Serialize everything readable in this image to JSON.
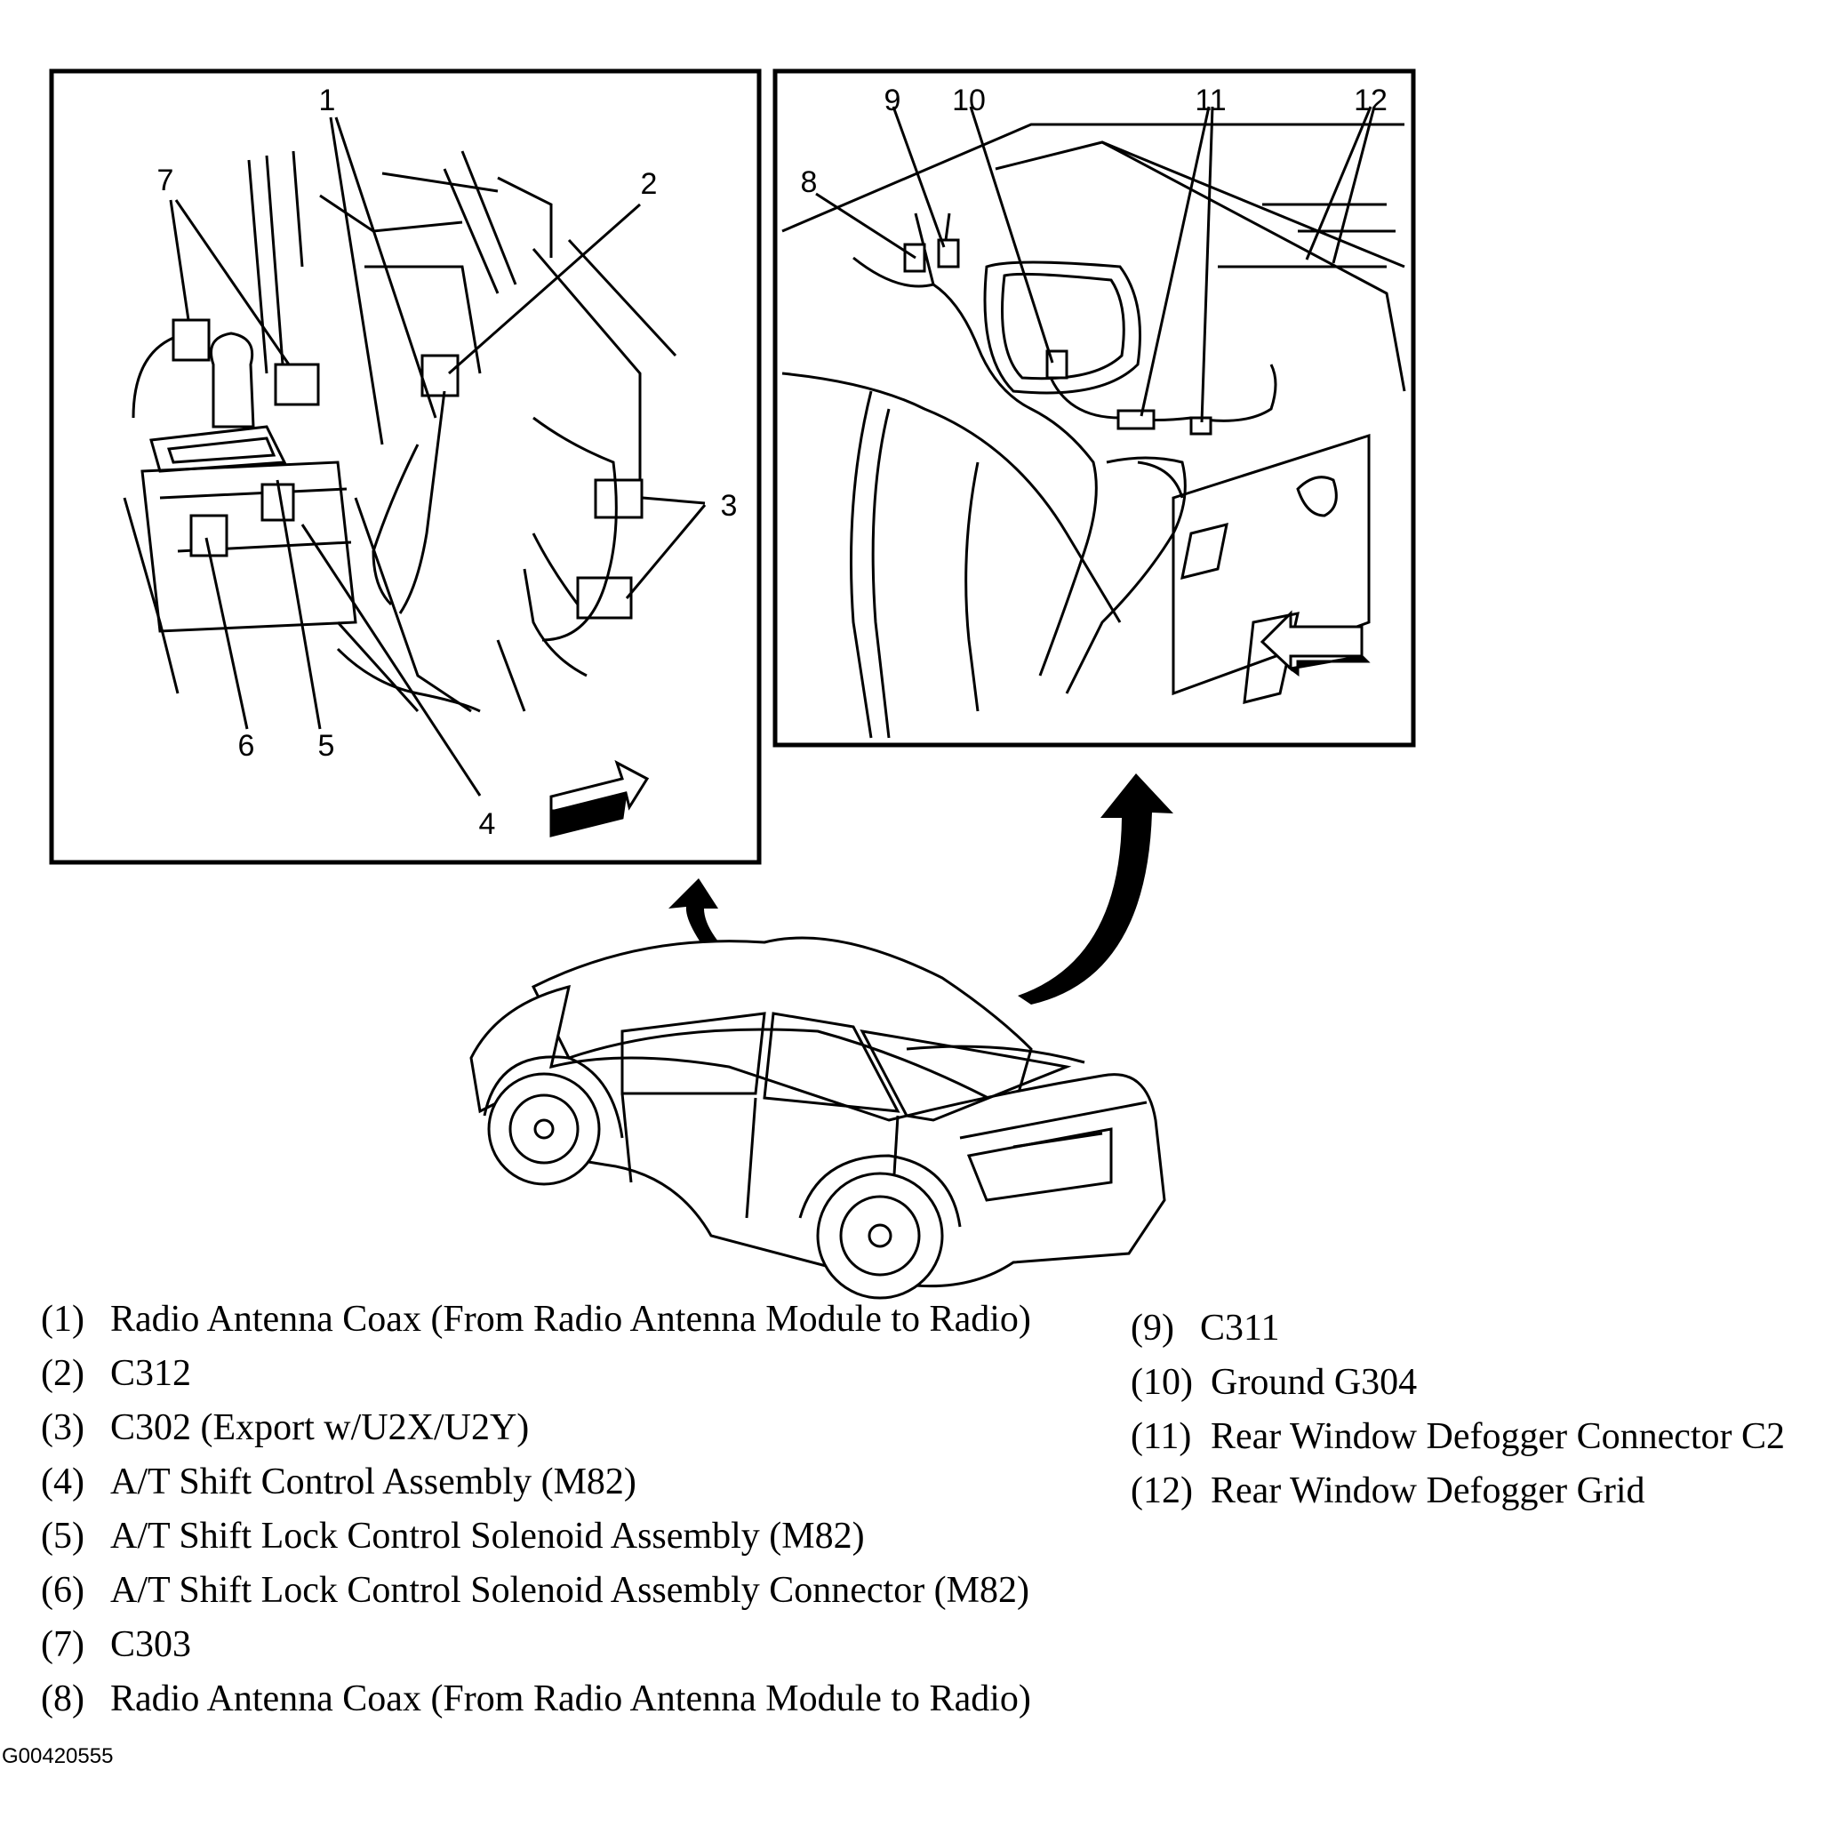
{
  "callouts": {
    "c1": "1",
    "c2": "2",
    "c3": "3",
    "c4": "4",
    "c5": "5",
    "c6": "6",
    "c7": "7",
    "c8": "8",
    "c9": "9",
    "c10": "10",
    "c11": "11",
    "c12": "12"
  },
  "legend": [
    {
      "num": "(1)",
      "text": "Radio Antenna Coax (From Radio Antenna Module to Radio)"
    },
    {
      "num": "(2)",
      "text": "C312"
    },
    {
      "num": "(3)",
      "text": "C302 (Export w/U2X/U2Y)"
    },
    {
      "num": "(4)",
      "text": "A/T Shift Control Assembly (M82)"
    },
    {
      "num": "(5)",
      "text": "A/T Shift Lock Control Solenoid Assembly (M82)"
    },
    {
      "num": "(6)",
      "text": "A/T Shift Lock Control Solenoid Assembly Connector (M82)"
    },
    {
      "num": "(7)",
      "text": "C303"
    },
    {
      "num": "(8)",
      "text": "Radio Antenna Coax (From Radio Antenna Module to Radio)"
    },
    {
      "num": "(9)",
      "text": "C311"
    },
    {
      "num": "(10)",
      "text": "Ground G304"
    },
    {
      "num": "(11)",
      "text": "Rear Window Defogger Connector C2"
    },
    {
      "num": "(12)",
      "text": "Rear Window Defogger Grid"
    }
  ],
  "figure_id": "G00420555"
}
